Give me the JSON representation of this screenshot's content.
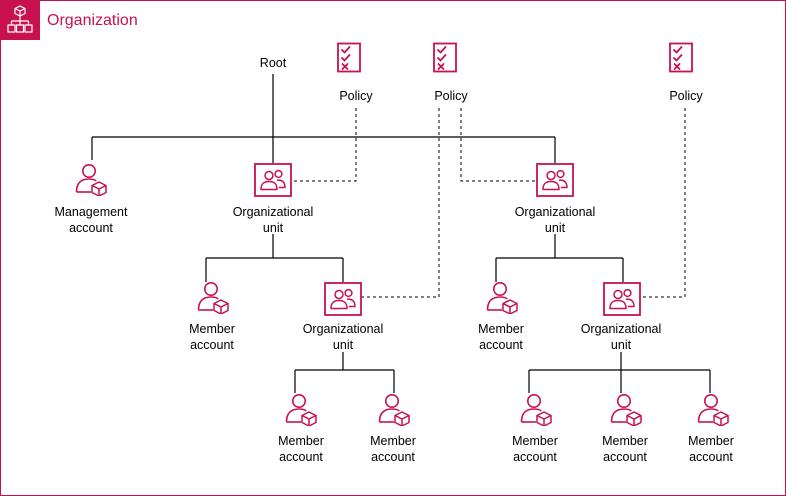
{
  "organization": {
    "title": "Organization",
    "icon": "organization-icon"
  },
  "root": {
    "label": "Root"
  },
  "policies": [
    {
      "label": "Policy",
      "icon": "policy-icon"
    },
    {
      "label": "Policy",
      "icon": "policy-icon"
    },
    {
      "label": "Policy",
      "icon": "policy-icon"
    }
  ],
  "management_account": {
    "line1": "Management",
    "line2": "account",
    "icon": "account-icon"
  },
  "ous": [
    {
      "line1": "Organizational",
      "line2": "unit",
      "icon": "organizational-unit-icon"
    },
    {
      "line1": "Organizational",
      "line2": "unit",
      "icon": "organizational-unit-icon"
    },
    {
      "line1": "Organizational",
      "line2": "unit",
      "icon": "organizational-unit-icon"
    },
    {
      "line1": "Organizational",
      "line2": "unit",
      "icon": "organizational-unit-icon"
    }
  ],
  "member_accounts": [
    {
      "line1": "Member",
      "line2": "account",
      "icon": "account-icon"
    },
    {
      "line1": "Member",
      "line2": "account",
      "icon": "account-icon"
    },
    {
      "line1": "Member",
      "line2": "account",
      "icon": "account-icon"
    },
    {
      "line1": "Member",
      "line2": "account",
      "icon": "account-icon"
    },
    {
      "line1": "Member",
      "line2": "account",
      "icon": "account-icon"
    },
    {
      "line1": "Member",
      "line2": "account",
      "icon": "account-icon"
    },
    {
      "line1": "Member",
      "line2": "account",
      "icon": "account-icon"
    }
  ],
  "colors": {
    "accent": "#c7124f",
    "line": "#000000",
    "text": "#000000",
    "background": "#ffffff"
  }
}
